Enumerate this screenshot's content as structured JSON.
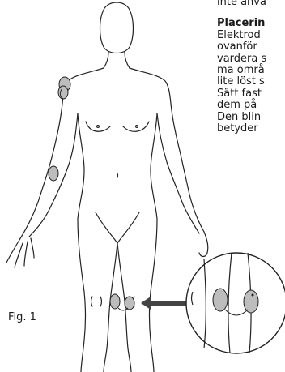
{
  "intro": {
    "truncated_line": "inte anvä"
  },
  "section": {
    "heading": "Placerin",
    "lines": [
      "Elektrod",
      "ovanför",
      "vardera s",
      "ma områ",
      "lite löst s",
      "Sätt fast",
      "dem på",
      "Den blin",
      "betyder"
    ]
  },
  "figure": {
    "label": "Fig. 1"
  },
  "colors": {
    "line": "#222222",
    "electrode_fill": "#bdbdbd",
    "arrow": "#444444"
  }
}
